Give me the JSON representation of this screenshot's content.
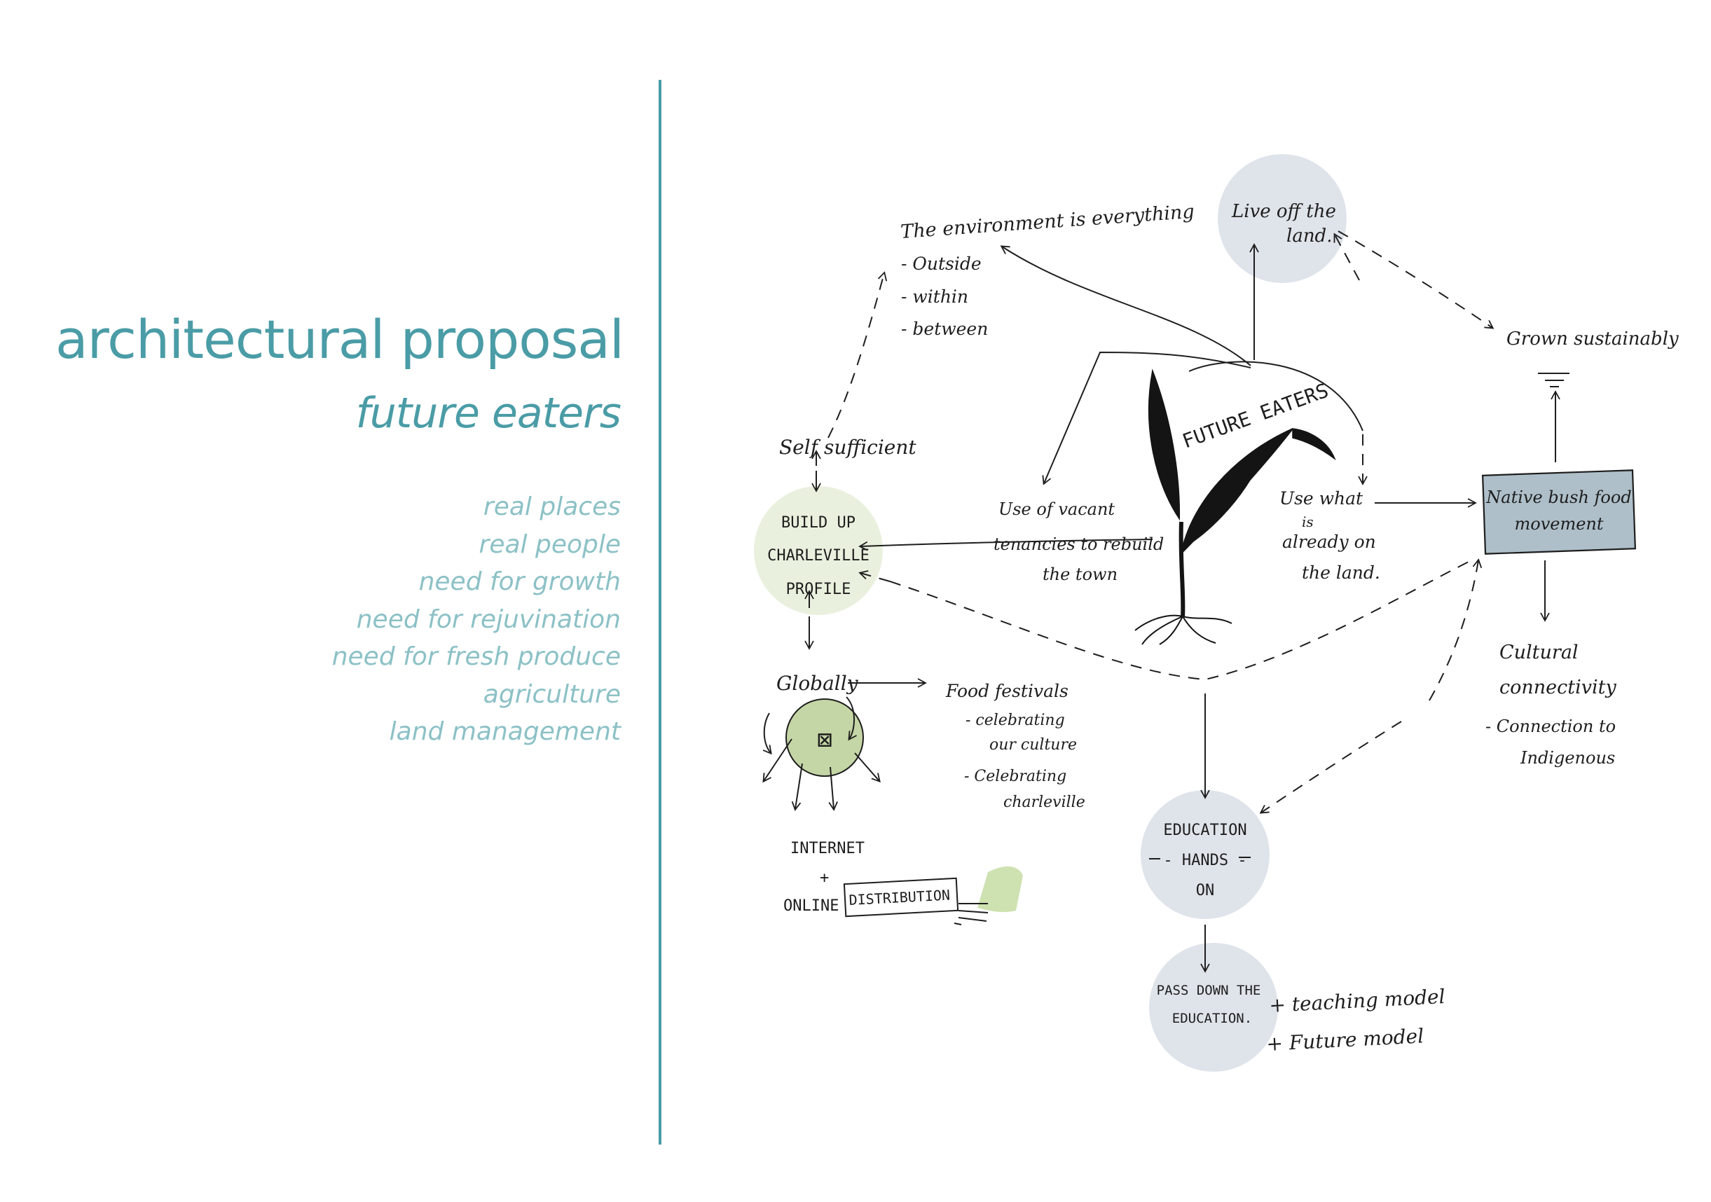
{
  "header": {
    "title": "architectural proposal",
    "subtitle": "future eaters"
  },
  "keywords": [
    "real places",
    "real people",
    "need for growth",
    "need for rejuvination",
    "need for fresh produce",
    "agriculture",
    "land management"
  ],
  "colors": {
    "accent": "#4a9ca6",
    "accent_light": "#8cc1c6",
    "circle_grey": "#dfe3ea",
    "circle_green_pale": "#eaf0de",
    "globe_green": "#c5d6a6",
    "box_blue": "#aebfc9",
    "highlight_green": "#b9d590",
    "ink": "#1e1e1e"
  },
  "diagram": {
    "center": "FUTURE EATERS",
    "environment": {
      "title": "The environment is everything",
      "items": [
        "- Outside",
        "- within",
        "- between"
      ]
    },
    "live_off_land": [
      "Live off the",
      "land."
    ],
    "grown_sustainably": "Grown sustainably",
    "native_bush_food": [
      "Native bush food",
      "movement"
    ],
    "cultural": [
      "Cultural",
      "connectivity",
      "- Connection to",
      "Indigenous"
    ],
    "use_what": [
      "Use what",
      "is",
      "already on",
      "the land."
    ],
    "use_vacant": [
      "Use of vacant",
      "tenancies to rebuild",
      "the town"
    ],
    "self_sufficient": "Self sufficient",
    "build_up": [
      "BUILD UP",
      "CHARLEVILLE",
      "PROFILE"
    ],
    "globally": "Globally",
    "food_festivals": [
      "Food festivals",
      "- celebrating",
      "our culture",
      "- Celebrating",
      "charleville"
    ],
    "internet": [
      "INTERNET",
      "+",
      "ONLINE",
      "DISTRIBUTION"
    ],
    "education": [
      "EDUCATION",
      "- HANDS -",
      "ON"
    ],
    "pass_down": [
      "PASS DOWN THE",
      "EDUCATION."
    ],
    "models": [
      "+ teaching model",
      "+ Future model"
    ]
  }
}
